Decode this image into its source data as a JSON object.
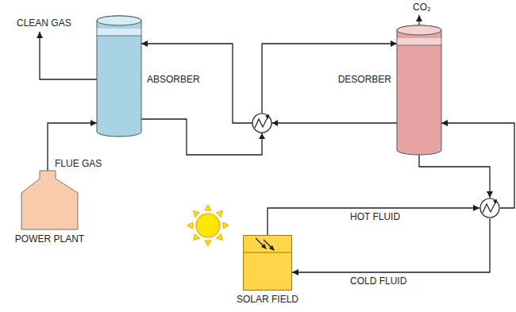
{
  "diagram": {
    "nodes": [
      {
        "text": [
          "ABSORBER"
        ]
      },
      {
        "text": [
          "DESORBER"
        ]
      },
      {
        "text": [
          "POWER PLANT"
        ]
      },
      {
        "text": [
          "SOLAR FIELD"
        ]
      }
    ],
    "edges": [
      {
        "from": 2,
        "to": 0,
        "arrow": "to",
        "label": "FLUE GAS"
      },
      {
        "from": 0,
        "to": 1,
        "arrow": "to"
      },
      {
        "from": 1,
        "to": 0,
        "arrow": "to"
      }
    ],
    "labels": [
      "CLEAN GAS",
      "CO₂",
      "HOT FLUID",
      "COLD FLUID"
    ]
  }
}
